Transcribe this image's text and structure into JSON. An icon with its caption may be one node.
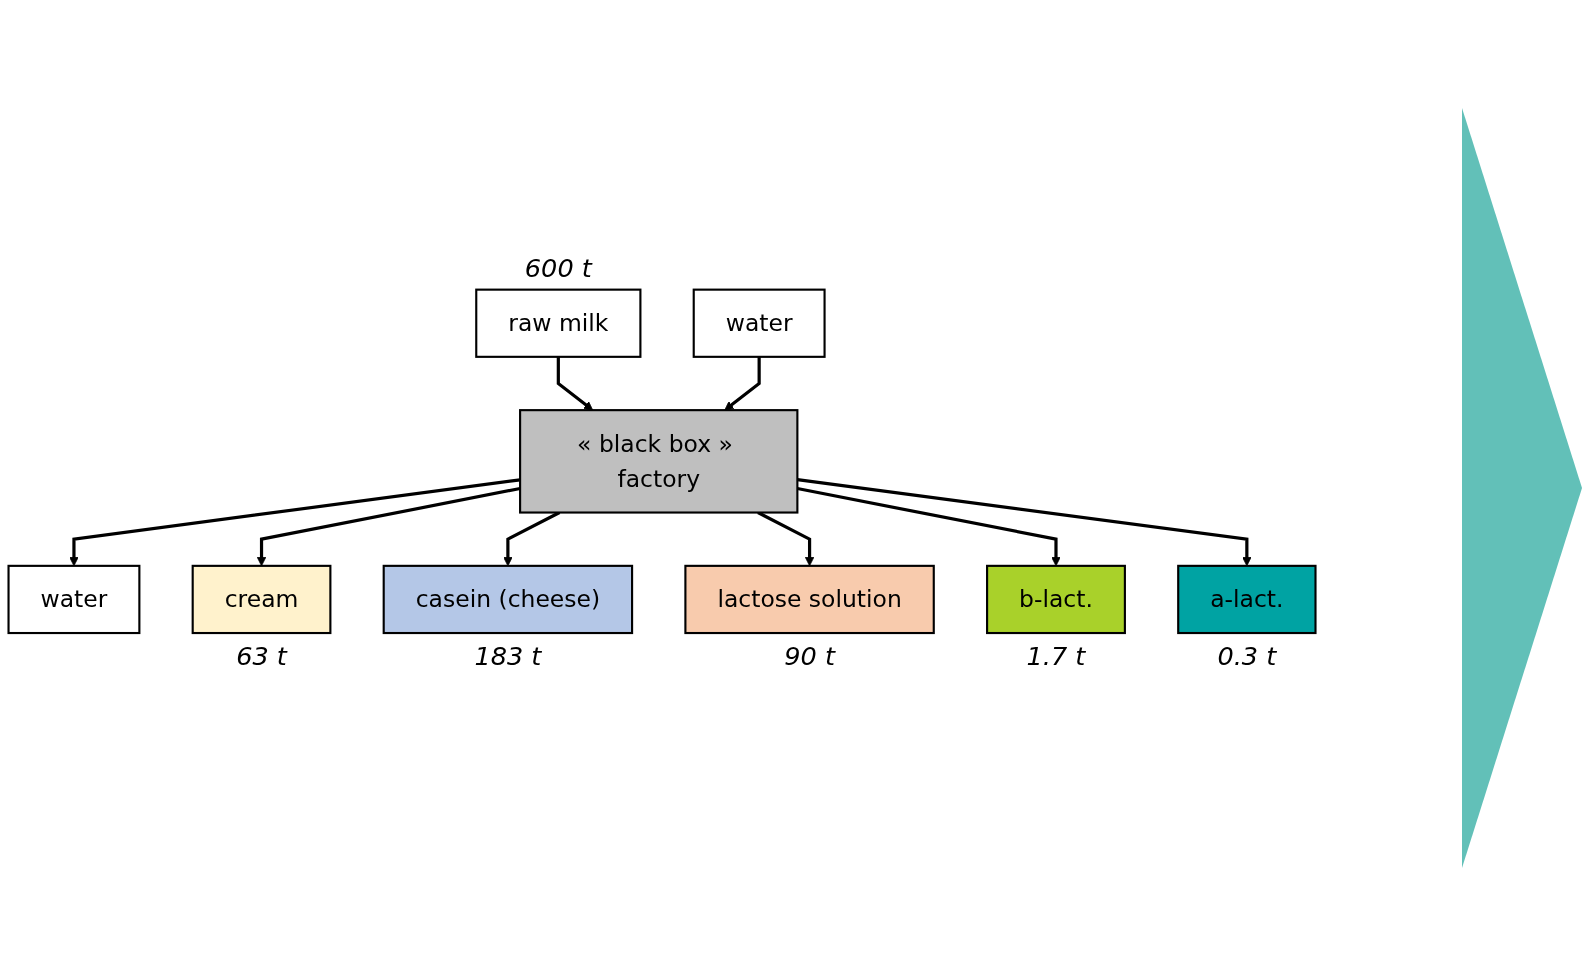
{
  "diagram": {
    "nodes": [
      {
        "text": [
          "raw milk"
        ],
        "beside": [
          "600 t"
        ]
      },
      {
        "text": [
          "« black box » factory"
        ]
      },
      {
        "text": [
          "water"
        ]
      },
      {
        "text": [
          "water"
        ]
      },
      {
        "text": [
          "cream"
        ],
        "beside": [
          "63 t"
        ]
      },
      {
        "text": [
          "casein (cheese)"
        ],
        "beside": [
          "183 t"
        ]
      },
      {
        "text": [
          "lactose solution"
        ],
        "beside": [
          "90 t"
        ]
      },
      {
        "text": [
          "b-lact."
        ],
        "beside": [
          "1.7 t"
        ]
      },
      {
        "text": [
          "a-lact."
        ],
        "beside": [
          "0.3 t"
        ]
      }
    ],
    "edges": [
      {
        "from": 0,
        "to": 1,
        "arrow": "to"
      },
      {
        "from": 2,
        "to": 1,
        "arrow": "to"
      },
      {
        "from": 1,
        "to": 3,
        "arrow": "to"
      },
      {
        "from": 1,
        "to": 4,
        "arrow": "to"
      },
      {
        "from": 1,
        "to": 5,
        "arrow": "to"
      },
      {
        "from": 1,
        "to": 6,
        "arrow": "to"
      },
      {
        "from": 1,
        "to": 7,
        "arrow": "to"
      },
      {
        "from": 1,
        "to": 8,
        "arrow": "to"
      }
    ]
  }
}
